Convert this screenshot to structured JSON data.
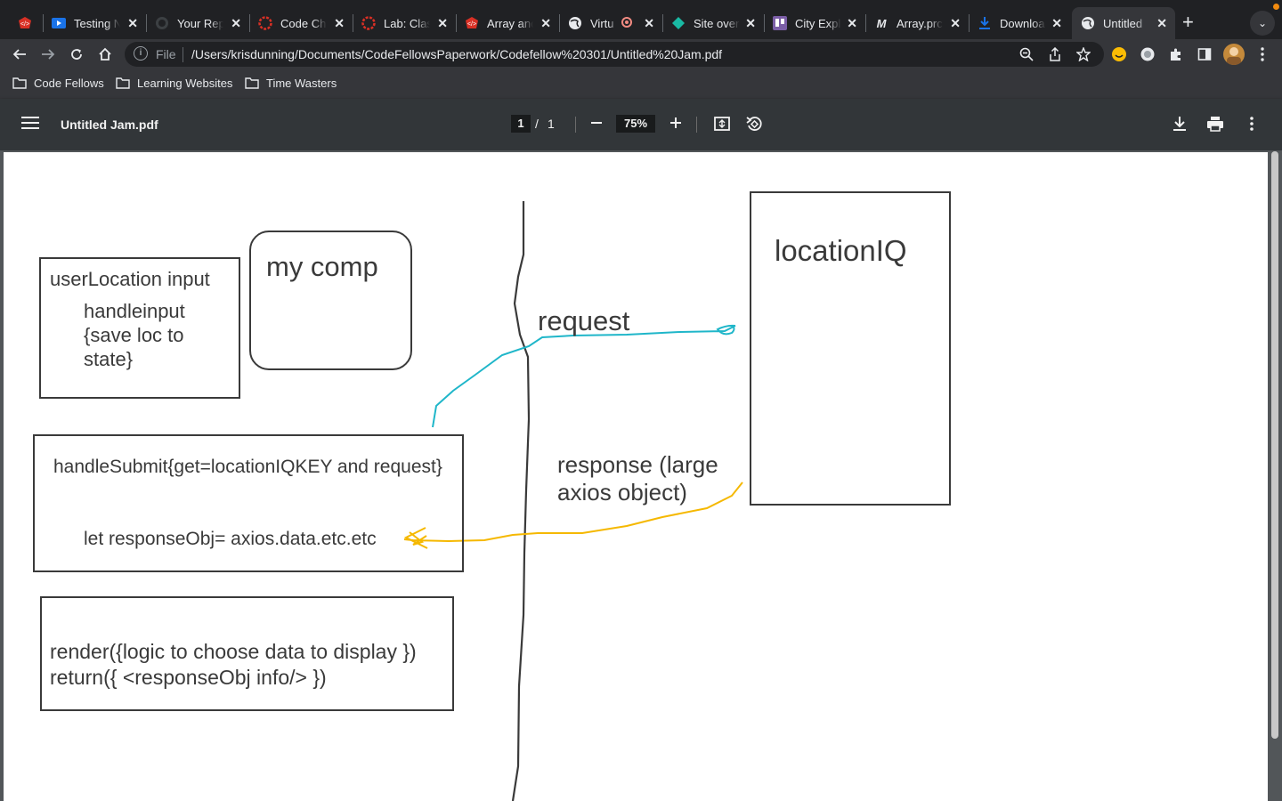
{
  "browser": {
    "tabs": [
      {
        "title": "Testing N",
        "icon": "youtube-icon",
        "color": "#1a73e8"
      },
      {
        "title": "Your Rep",
        "icon": "github-icon",
        "color": "#444"
      },
      {
        "title": "Code Ch",
        "icon": "code-challenge-icon",
        "color": "#d93025"
      },
      {
        "title": "Lab: Clas",
        "icon": "canvas-icon",
        "color": "#d93025"
      },
      {
        "title": "Array anc",
        "icon": "code-fellows-icon",
        "color": "#d93025"
      },
      {
        "title": "Virtu",
        "icon": "globe-icon",
        "color": "#e8eaed"
      },
      {
        "title": "Site over",
        "icon": "netlify-icon",
        "color": "#19b9a3"
      },
      {
        "title": "City Expl",
        "icon": "trello-icon",
        "color": "#7b5ea7"
      },
      {
        "title": "Array.prc",
        "icon": "mdn-icon",
        "color": "#e8eaed"
      },
      {
        "title": "Downloa",
        "icon": "download-icon",
        "color": "#1a73e8"
      },
      {
        "title": "Untitled",
        "icon": "globe-icon",
        "color": "#e8eaed"
      }
    ],
    "first_tab_icon": "code-fellows-icon",
    "new_tab_label": "+",
    "address": {
      "scheme": "File",
      "url": "/Users/krisdunning/Documents/CodeFellowsPaperwork/Codefellow%20301/Untitled%20Jam.pdf"
    },
    "bookmarks": [
      "Code Fellows",
      "Learning Websites",
      "Time Wasters"
    ]
  },
  "pdf": {
    "title": "Untitled Jam.pdf",
    "current_page": "1",
    "page_separator": "/",
    "total_pages": "1",
    "zoom": "75%"
  },
  "drawing": {
    "user_box_title": "userLocation input",
    "user_box_body_1": "handleinput",
    "user_box_body_2": "{save loc to",
    "user_box_body_3": "state}",
    "comp_box": "my comp",
    "location_box": "locationIQ",
    "request_label": "request",
    "response_label_1": "response (large",
    "response_label_2": "axios object)",
    "submit_line_1": "handleSubmit{get=locationIQKEY and request}",
    "submit_line_2": "let responseObj= axios.data.etc.etc",
    "render_line_1": "render({logic to choose data to display })",
    "render_line_2": "return({ <responseObj info/> })",
    "request_color": "#1fb6c9",
    "response_color": "#f5b800"
  }
}
